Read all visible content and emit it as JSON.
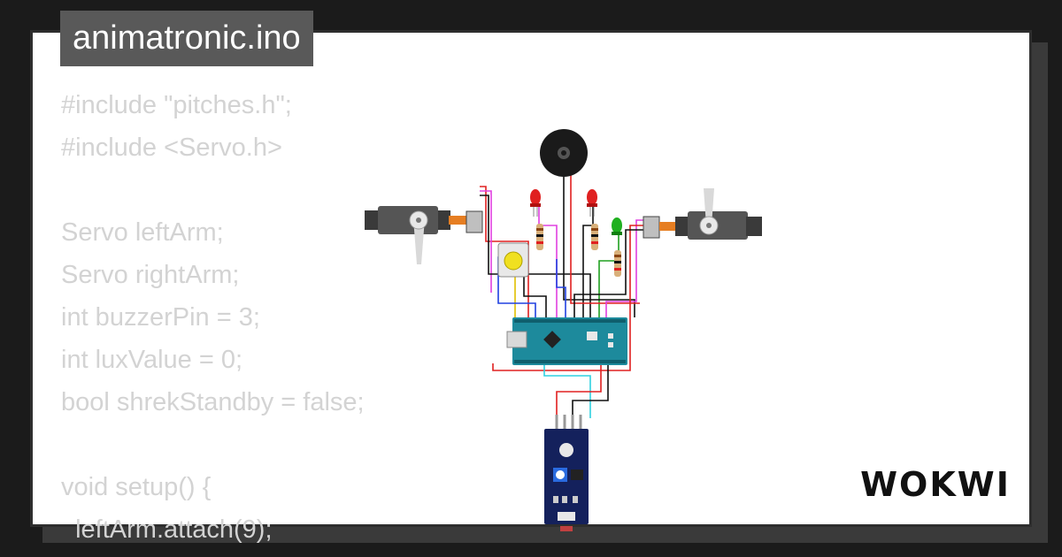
{
  "title": "animatronic.ino",
  "code_lines": [
    "#include \"pitches.h\";",
    "#include <Servo.h>",
    "",
    "Servo leftArm;",
    "Servo rightArm;",
    "int buzzerPin = 3;",
    "int luxValue = 0;",
    "bool shrekStandby = false;",
    "",
    "void setup() {",
    "  leftArm.attach(9);"
  ],
  "logo_text": "WOKWI",
  "colors": {
    "code_text": "#d3d3d3",
    "title_bg": "#595959",
    "board": "#1d8a9c",
    "sensor": "#14215c",
    "wire_red": "#e02020",
    "wire_black": "#111111",
    "wire_magenta": "#e040e0",
    "wire_blue": "#2040e0",
    "wire_green": "#20a020",
    "wire_yellow": "#e0c000",
    "wire_cyan": "#30d0e0"
  },
  "components": [
    "buzzer-icon",
    "servo-left-icon",
    "servo-right-icon",
    "led-red-icon",
    "led-green-icon",
    "resistor-icon",
    "pushbutton-icon",
    "arduino-nano-icon",
    "light-sensor-module-icon"
  ]
}
